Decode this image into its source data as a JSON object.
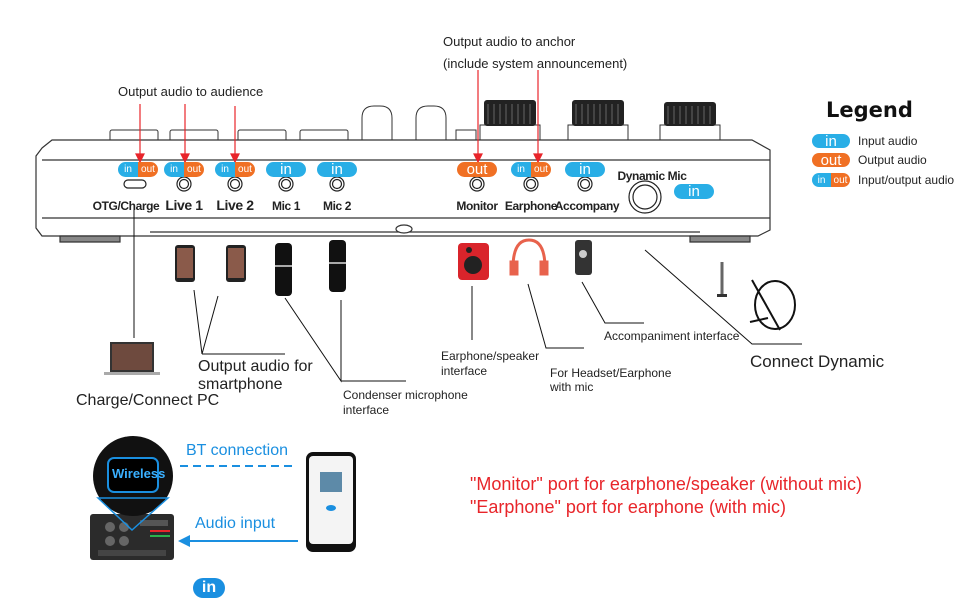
{
  "annotations": {
    "audience": "Output audio to audience",
    "anchor_line1": "Output audio to anchor",
    "anchor_line2": "(include system announcement)"
  },
  "ports": [
    {
      "name": "OTG/Charge",
      "type": "inout"
    },
    {
      "name": "Live 1",
      "type": "inout"
    },
    {
      "name": "Live 2",
      "type": "inout"
    },
    {
      "name": "Mic 1",
      "type": "in"
    },
    {
      "name": "Mic 2",
      "type": "in"
    },
    {
      "name": "Monitor",
      "type": "out"
    },
    {
      "name": "Earphone",
      "type": "inout"
    },
    {
      "name": "Accompany",
      "type": "in"
    },
    {
      "name": "Dynamic Mic",
      "type": "in"
    }
  ],
  "badges": {
    "in": "in",
    "out": "out"
  },
  "legend": {
    "title": "Legend",
    "items": [
      {
        "type": "in",
        "label": "Input audio"
      },
      {
        "type": "out",
        "label": "Output audio"
      },
      {
        "type": "inout",
        "label": "Input/output audio"
      }
    ]
  },
  "callouts": {
    "pc": "Charge/Connect PC",
    "smartphone_line1": "Output audio for",
    "smartphone_line2": "smartphone",
    "condenser_line1": "Condenser microphone",
    "condenser_line2": "interface",
    "speaker_line1": "Earphone/speaker",
    "speaker_line2": "interface",
    "headset_line1": "For Headset/Earphone",
    "headset_line2": "with mic",
    "accompaniment": "Accompaniment interface",
    "dynamic": "Connect Dynamic"
  },
  "bluetooth": {
    "bt_label": "BT connection",
    "audio_label": "Audio input",
    "wireless_label": "Wireless",
    "in_badge": "in"
  },
  "notes": [
    "\"Monitor\" port for earphone/speaker (without mic)",
    "\"Earphone\" port for earphone (with mic)"
  ],
  "colors": {
    "input": "#29aee6",
    "output": "#f07024",
    "arrow": "#e8252a",
    "bluetooth": "#1a8fe0"
  }
}
